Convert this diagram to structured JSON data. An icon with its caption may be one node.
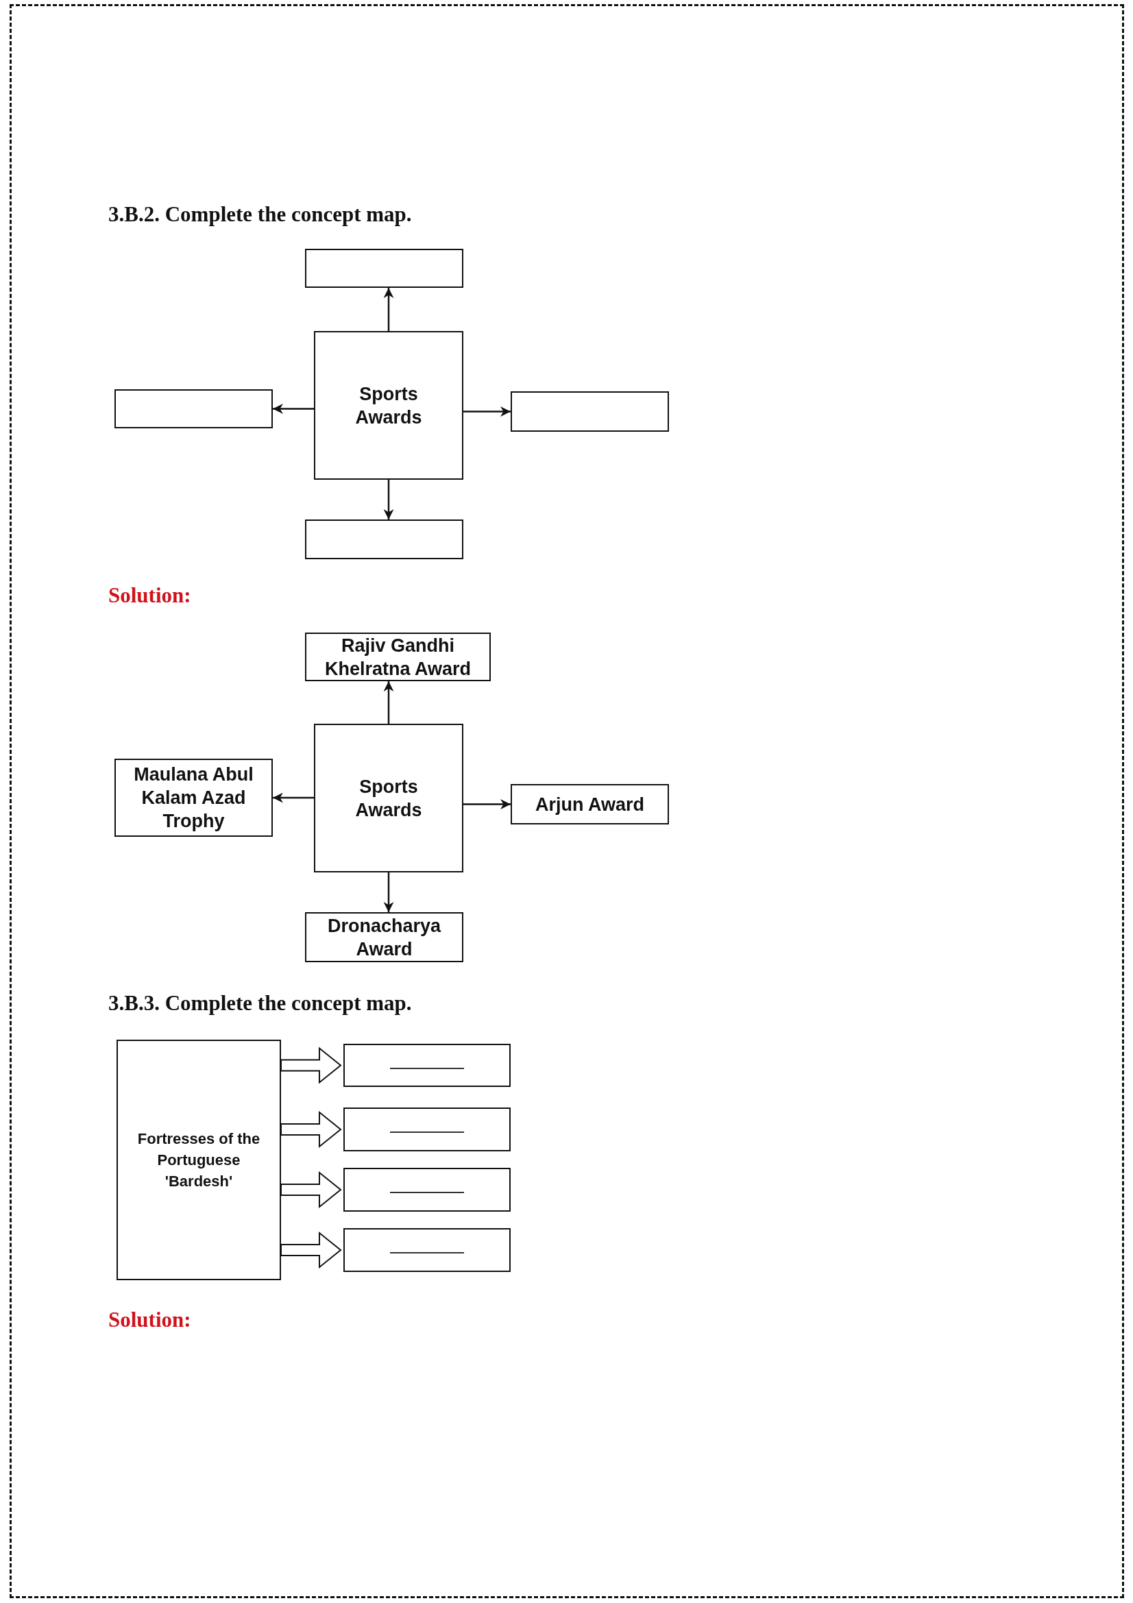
{
  "diagram": {
    "nodes": [
      {
        "text": [],
        "shape": "box"
      },
      {
        "text": [],
        "shape": "box"
      },
      {
        "text": [
          "Sports Awards"
        ]
      },
      {
        "text": [],
        "shape": "box"
      },
      {
        "text": [],
        "shape": "box"
      },
      {
        "text": [
          "Rajiv Gandhi Khelratna Award"
        ]
      },
      {
        "text": [
          "Maulana Abul Kalam Azad Trophy"
        ]
      },
      {
        "text": [
          "Sports Awards"
        ]
      },
      {
        "text": [
          "Arjun Award"
        ]
      },
      {
        "text": [
          "Dronacharya Award"
        ]
      },
      {
        "text": [
          "Fortresses of the Portuguese 'Bardesh'"
        ]
      },
      {
        "text": [],
        "shape": "box"
      },
      {
        "text": [],
        "shape": "box"
      },
      {
        "text": [],
        "shape": "box"
      },
      {
        "text": [],
        "shape": "box"
      }
    ],
    "edges": [
      {
        "from": 2,
        "to": 0,
        "arrow": "to"
      },
      {
        "from": 2,
        "to": 1,
        "arrow": "to"
      },
      {
        "from": 2,
        "to": 3,
        "arrow": "to"
      },
      {
        "from": 2,
        "to": 4,
        "arrow": "to"
      },
      {
        "from": 7,
        "to": 5,
        "arrow": "to"
      },
      {
        "from": 7,
        "to": 6,
        "arrow": "to"
      },
      {
        "from": 7,
        "to": 8,
        "arrow": "to"
      },
      {
        "from": 7,
        "to": 9,
        "arrow": "to"
      },
      {
        "from": 10,
        "to": 11,
        "arrow": "to",
        "style": "thick"
      },
      {
        "from": 10,
        "to": 12,
        "arrow": "to",
        "style": "thick"
      },
      {
        "from": 10,
        "to": 13,
        "arrow": "to",
        "style": "thick"
      },
      {
        "from": 10,
        "to": 14,
        "arrow": "to",
        "style": "thick"
      }
    ],
    "labels": [
      "3.B.2. Complete the concept map.",
      "Solution:",
      "3.B.3. Complete the concept map.",
      "Solution:"
    ]
  }
}
